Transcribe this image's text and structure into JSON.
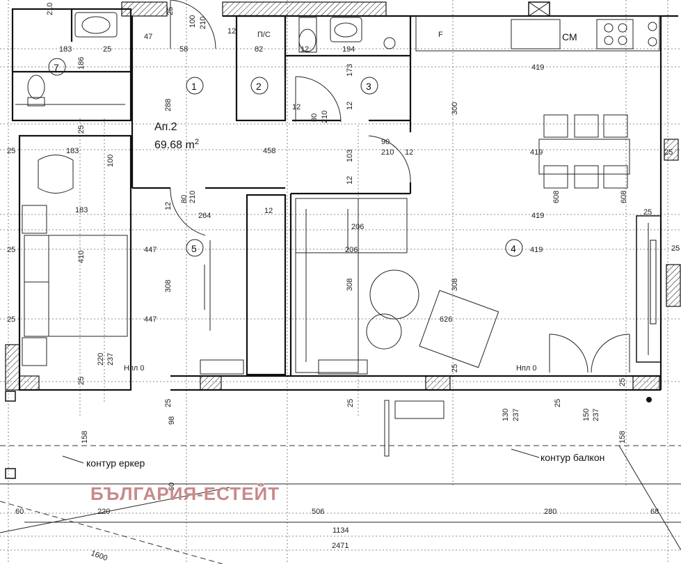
{
  "apartment": {
    "name": "Ап.2",
    "area": "69.68 m",
    "area_sup": "2"
  },
  "rooms": [
    {
      "id": "room-1",
      "label": "1"
    },
    {
      "id": "room-2",
      "label": "2"
    },
    {
      "id": "room-3",
      "label": "3"
    },
    {
      "id": "room-4",
      "label": "4"
    },
    {
      "id": "room-5",
      "label": "5"
    },
    {
      "id": "room-7",
      "label": "7"
    }
  ],
  "labels": {
    "ps": "П/С",
    "fridge": "F",
    "dishwasher": "СМ",
    "hnp_left": "Нпл 0",
    "hnp_right": "Нпл 0",
    "kontur_erker": "контур еркер",
    "kontur_balkon": "контур балкон",
    "watermark": "БЪЛГАРИЯ-ЕСТЕЙТ"
  },
  "dimensions": {
    "d210a": "210",
    "d47": "47",
    "d58": "58",
    "d100a": "100",
    "d210b": "210",
    "d12a": "12",
    "d82": "82",
    "d12b": "12",
    "d194": "194",
    "d25a": "25",
    "d183a": "183",
    "d25b": "25",
    "d186": "186",
    "d288": "288",
    "d173": "173",
    "d12c": "12",
    "d80a": "80",
    "d210c": "210",
    "d12d": "12",
    "d300": "300",
    "d419a": "419",
    "d25c": "25",
    "d25d": "25",
    "d183b": "183",
    "d100b": "100",
    "d458": "458",
    "d103": "103",
    "d90": "90",
    "d210d": "210",
    "d12e": "12",
    "d419b": "419",
    "d25e": "25",
    "d12f": "12",
    "d80b": "80",
    "d210e": "210",
    "d608a": "608",
    "d608b": "608",
    "d183c": "183",
    "d12g": "12",
    "d264": "264",
    "d12h": "12",
    "d206a": "206",
    "d419c": "419",
    "d25f": "25",
    "d25g": "25",
    "d447a": "447",
    "d206b": "206",
    "d419d": "419",
    "d25h": "25",
    "d410": "410",
    "d308a": "308",
    "d308b": "308",
    "d308c": "308",
    "d447b": "447",
    "d626": "626",
    "d25i": "25",
    "d220": "220",
    "d237a": "237",
    "d25j": "25",
    "d25k": "25",
    "d25l": "25",
    "d25m": "25",
    "d98": "98",
    "d130": "130",
    "d237b": "237",
    "d150": "150",
    "d237c": "237",
    "d158a": "158",
    "d158b": "158",
    "d60a": "60",
    "d60b": "60",
    "d220b": "220",
    "d506": "506",
    "d280": "280",
    "d68": "68",
    "d1134": "1134",
    "d2471": "2471",
    "d1600": "1600",
    "d25n": "25",
    "d25o": "25"
  }
}
